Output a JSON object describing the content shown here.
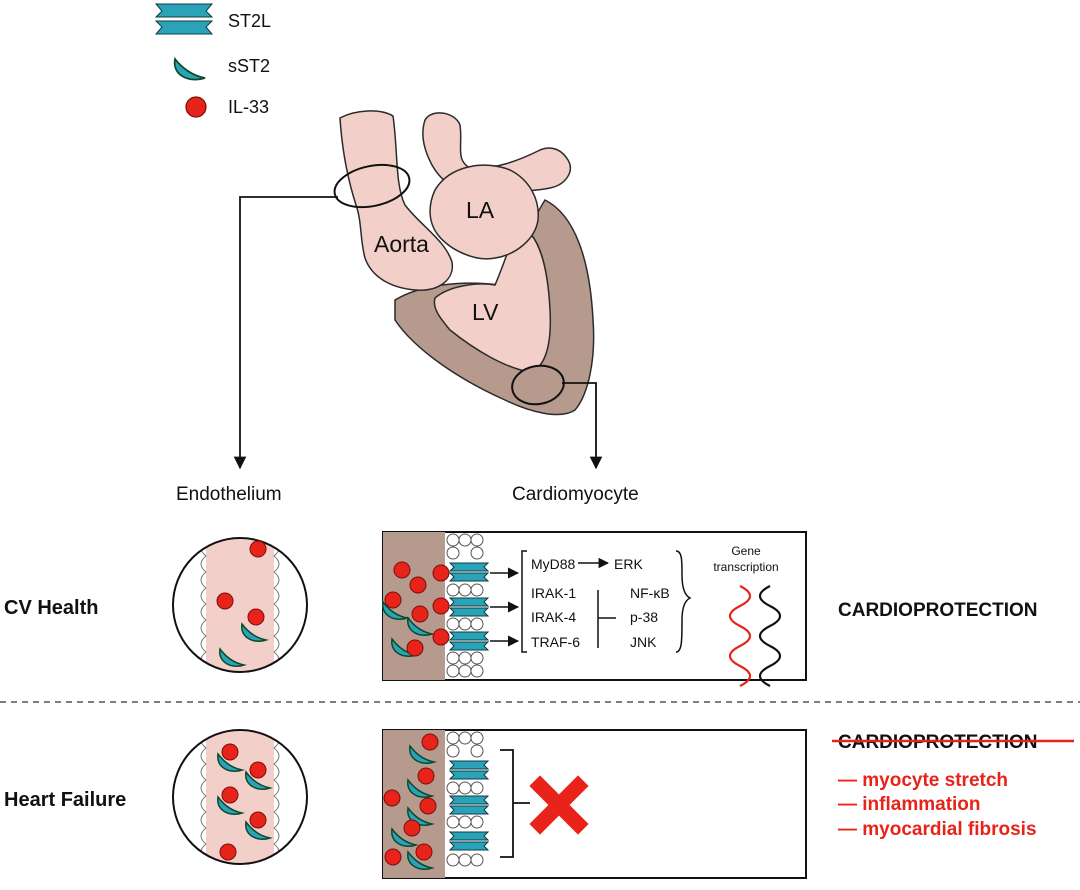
{
  "legend": {
    "items": [
      {
        "label": "ST2L",
        "icon": "st2l-receptor-icon"
      },
      {
        "label": "sST2",
        "icon": "sst2-soluble-icon"
      },
      {
        "label": "IL-33",
        "icon": "il33-ligand-icon"
      }
    ]
  },
  "heart": {
    "aorta_label": "Aorta",
    "la_label": "LA",
    "lv_label": "LV"
  },
  "callouts": {
    "endothelium_label": "Endothelium",
    "cardiomyocyte_label": "Cardiomyocyte"
  },
  "rows": {
    "health": {
      "label": "CV Health",
      "outcome": "CARDIOPROTECTION"
    },
    "failure": {
      "label": "Heart Failure",
      "outcome_struck": "CARDIOPROTECTION",
      "consequences": [
        "— myocyte stretch",
        "— inflammation",
        "— myocardial fibrosis"
      ]
    }
  },
  "signaling": {
    "myd88": "MyD88",
    "erk": "ERK",
    "irak1": "IRAK-1",
    "irak4": "IRAK-4",
    "traf6": "TRAF-6",
    "nfkb": "NF-κB",
    "p38": "p-38",
    "jnk": "JNK",
    "gene_line1": "Gene",
    "gene_line2": "transcription"
  },
  "colors": {
    "receptor_teal": "#2aa3b8",
    "il33_red": "#e8231a",
    "tissue_pink": "#f2d0c9",
    "muscle_brown": "#b79a8e",
    "alert_red": "#e8231a"
  }
}
